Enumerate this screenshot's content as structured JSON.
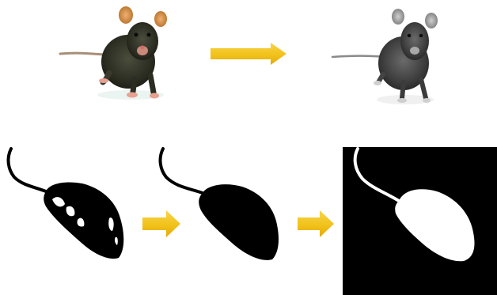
{
  "pipeline": {
    "row1": {
      "input_image": "rat-color-photo",
      "output_image": "rat-grayscale-photo"
    },
    "row2": {
      "stage1_image": "rat-threshold-silhouette",
      "stage2_image": "rat-filled-silhouette",
      "stage3_image": "rat-inverted-binary-mask"
    }
  },
  "colors": {
    "arrow": "#f2c21b",
    "arrow_shade": "#e3a908",
    "mask_background": "#000000",
    "mask_foreground": "#ffffff",
    "silhouette": "#000000"
  }
}
